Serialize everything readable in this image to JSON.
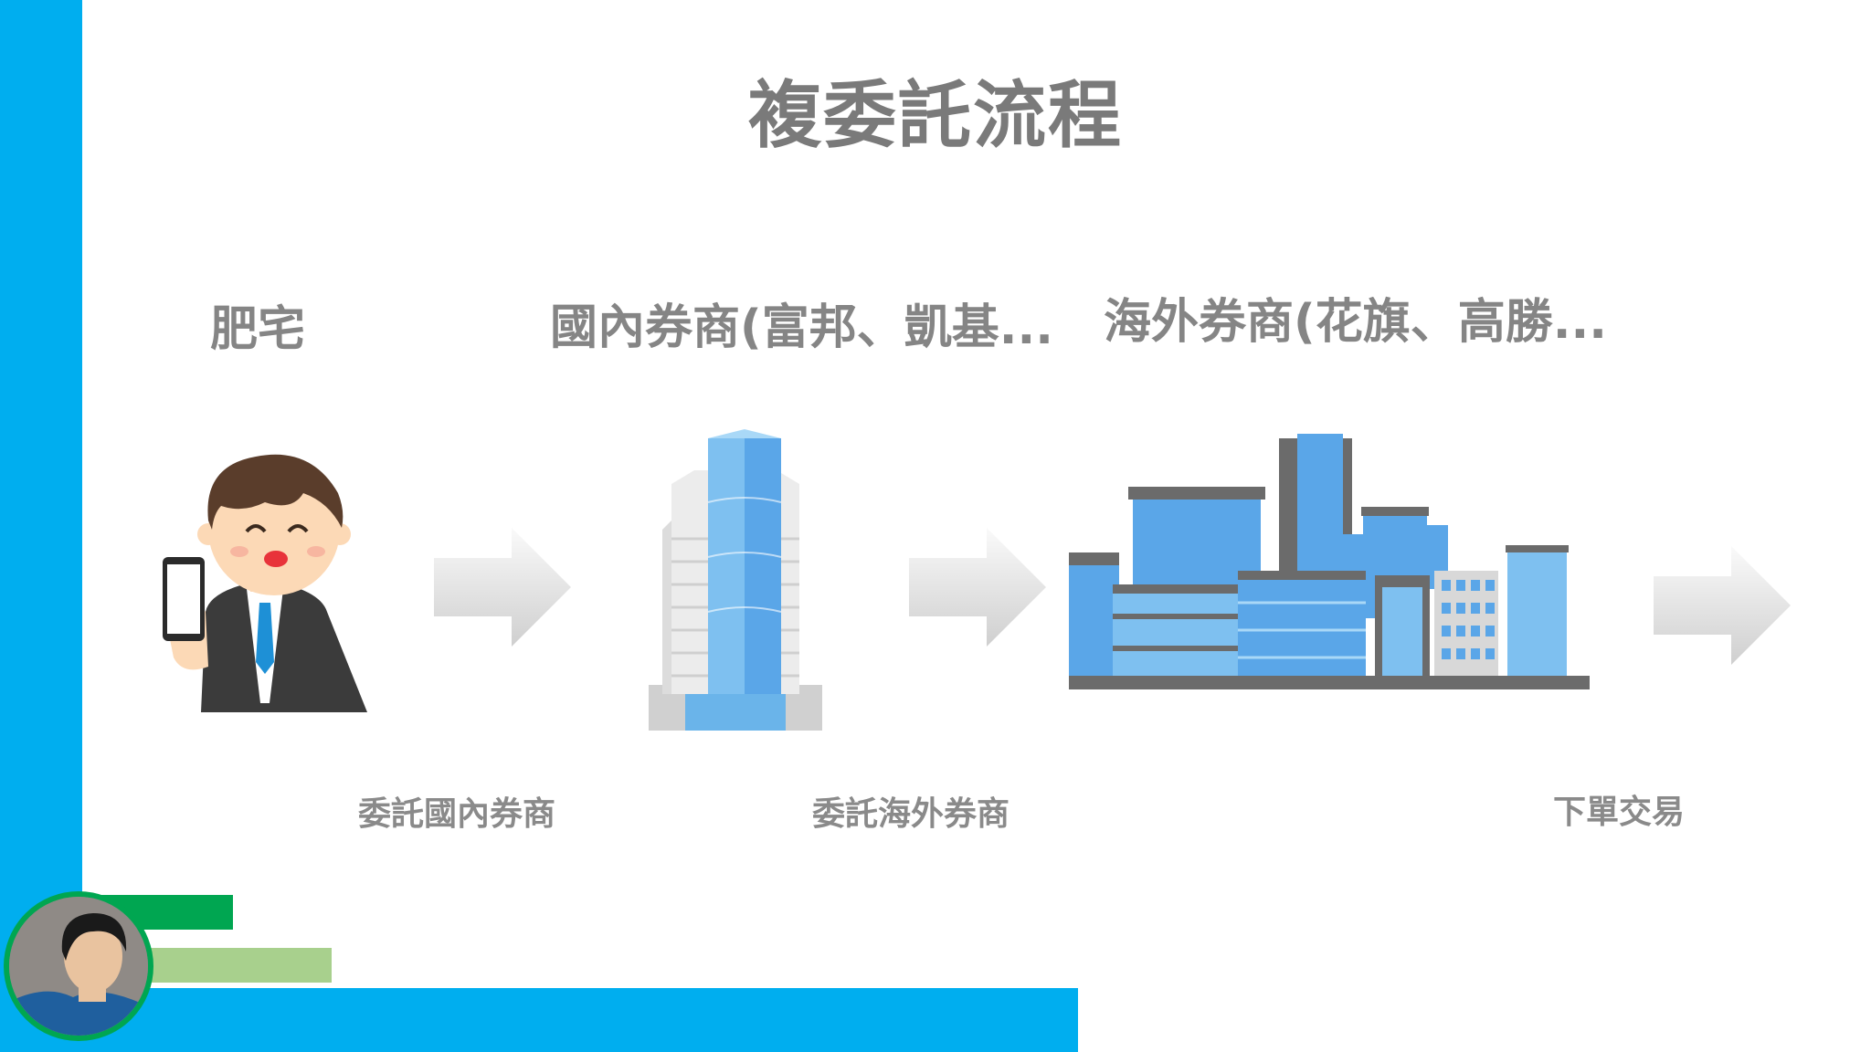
{
  "title": "複委託流程",
  "stages": [
    {
      "label": "肥宅",
      "icon": "businessman-phone-icon"
    },
    {
      "label": "國內券商(富邦、凱基...",
      "icon": "office-tower-icon"
    },
    {
      "label": "海外券商(花旗、高勝...",
      "icon": "city-buildings-icon"
    }
  ],
  "steps": [
    {
      "label": "委託國內券商"
    },
    {
      "label": "委託海外券商"
    },
    {
      "label": "下單交易"
    }
  ],
  "colors": {
    "accent_blue": "#00aeef",
    "accent_green": "#00a651",
    "light_green": "#a8d08d",
    "text_gray": "#858585"
  }
}
